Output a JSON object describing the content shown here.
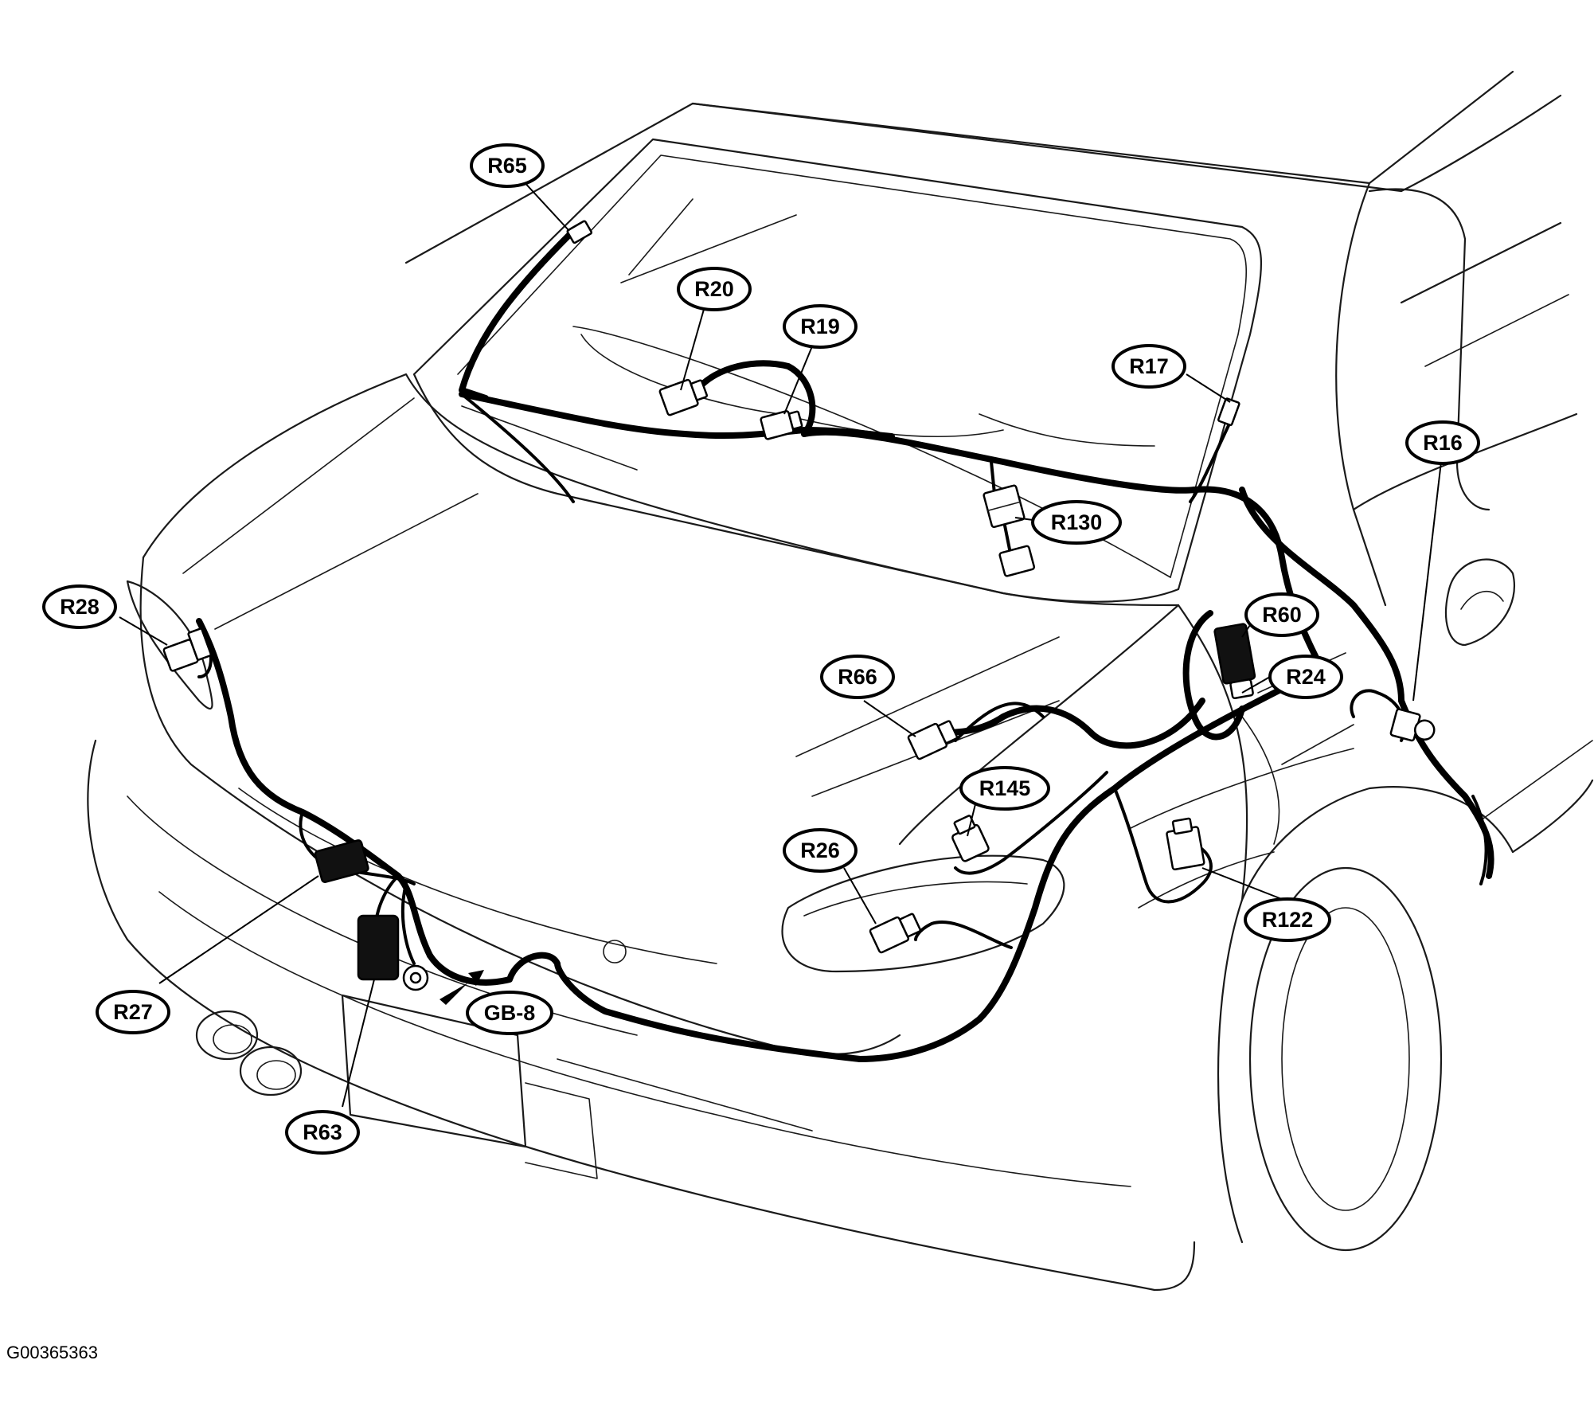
{
  "figure_id": "G00365363",
  "callouts": {
    "r65": "R65",
    "r20": "R20",
    "r19": "R19",
    "r17": "R17",
    "r16": "R16",
    "r130": "R130",
    "r28": "R28",
    "r60": "R60",
    "r24": "R24",
    "r66": "R66",
    "r145": "R145",
    "r26": "R26",
    "r122": "R122",
    "r27": "R27",
    "gb8": "GB-8",
    "r63": "R63"
  }
}
